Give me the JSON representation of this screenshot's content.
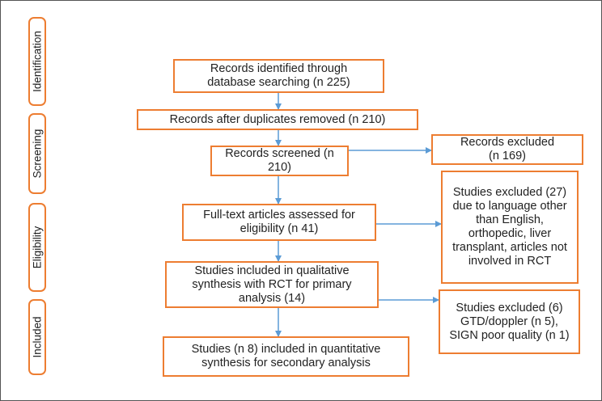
{
  "stages": [
    {
      "id": "identification",
      "label": "Identification"
    },
    {
      "id": "screening",
      "label": "Screening"
    },
    {
      "id": "eligibility",
      "label": "Eligibility"
    },
    {
      "id": "included",
      "label": "Included"
    }
  ],
  "boxes": {
    "identified": "Records identified through database searching (n 225)",
    "after_duplicates": "Records after duplicates removed (n 210)",
    "screened": "Records screened (n 210)",
    "excluded_records": "Records excluded (n 169)",
    "full_text": "Full-text articles assessed for eligibility (n 41)",
    "excluded_studies_27": "Studies excluded (27) due to language other than English, orthopedic, liver transplant, articles not involved in RCT",
    "qualitative": "Studies included in qualitative synthesis with RCT for primary analysis (14)",
    "excluded_studies_6": "Studies excluded (6) GTD/doppler (n 5), SIGN poor quality (n 1)",
    "quantitative": "Studies (n 8) included in quantitative synthesis for secondary analysis"
  },
  "colors": {
    "box_border": "#ED7D31",
    "arrow": "#5B9BD5",
    "frame": "#555555"
  }
}
